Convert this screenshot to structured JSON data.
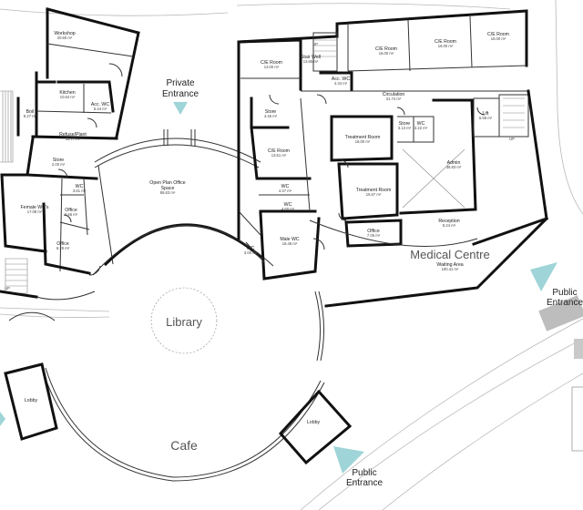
{
  "areas": {
    "library": "Library",
    "cafe": "Cafe",
    "medical": "Medical Centre"
  },
  "entrances": {
    "private": [
      "Private",
      "Entrance"
    ],
    "public_right": [
      "Public",
      "Entrance"
    ],
    "public_bottom": [
      "Public",
      "Entrance"
    ]
  },
  "rooms": {
    "workshop": {
      "name": "Workshop",
      "area": "20.60 m²"
    },
    "kitchen": {
      "name": "Kitchen",
      "area": "10.64 m²"
    },
    "acc_wc_left": {
      "name": "Acc. WC",
      "area": "5.44 m²"
    },
    "boiler": {
      "name": "Boil",
      "area": "8.27 m²"
    },
    "refuse_plant": {
      "name": "Refuse/Plant",
      "area": "11.77 m²"
    },
    "store_left": {
      "name": "Store",
      "area": "2.00 m²"
    },
    "female_wc": {
      "name": "Female WC's",
      "area": "17.08 m²"
    },
    "wc_left": {
      "name": "WC",
      "area": "3.61 m²"
    },
    "office_left1": {
      "name": "Office",
      "area": "3.66 m²"
    },
    "office_left2": {
      "name": "Office",
      "area": "6.28 m²"
    },
    "open_plan": {
      "name": "Open Plan Office",
      "name2": "Space",
      "area": "88.63 m²"
    },
    "ce_room_1": {
      "name": "C/E Room",
      "area": "13.00 m²"
    },
    "stairwell": {
      "name": "Stair Well",
      "area": "13.65 m²"
    },
    "ce_room_2": {
      "name": "C/E Room",
      "area": "16.00 m²"
    },
    "ce_room_3": {
      "name": "C/E Room",
      "area": "16.00 m²"
    },
    "ce_room_4": {
      "name": "C/E Room",
      "area": "16.00 m²"
    },
    "acc_wc_right": {
      "name": "Acc. WC",
      "area": "4.34 m²"
    },
    "circulation": {
      "name": "Circulation",
      "area": "31.74 m²"
    },
    "lift": {
      "name": "Lift",
      "area": "6.58 m²"
    },
    "store_mid": {
      "name": "Store",
      "area": "4.46 m²"
    },
    "treatment_1": {
      "name": "Treatment Room",
      "area": "16.00 m²"
    },
    "store_right": {
      "name": "Store",
      "area": "3.13 m²"
    },
    "wc_right": {
      "name": "WC",
      "area": "3.22 m²"
    },
    "ce_room_5": {
      "name": "C/E Room",
      "area": "13.61 m²"
    },
    "admin": {
      "name": "Admin",
      "area": "36.83 m²"
    },
    "wc_a": {
      "name": "WC",
      "area": "4.47 m²"
    },
    "treatment_2": {
      "name": "Treatment Room",
      "area": "15.67 m²"
    },
    "wc_b": {
      "name": "WC",
      "area": "4.60 m²"
    },
    "reception": {
      "name": "Reception",
      "area": "8.24 m²"
    },
    "office_right": {
      "name": "Office",
      "area": "7.05 m²"
    },
    "male_wc": {
      "name": "Male WC",
      "area": "16.46 m²"
    },
    "wc_c": {
      "name": "WC",
      "area": "3.00 m²"
    },
    "waiting": {
      "name": "Waiting Area",
      "area": "100.41 m²"
    },
    "lobby_left": {
      "name": "Lobby"
    },
    "lobby_right": {
      "name": "Lobby"
    }
  },
  "markers": {
    "up": "UP"
  },
  "colors": {
    "entrance_marker": "#9fd4d8",
    "wall": "#111111"
  }
}
